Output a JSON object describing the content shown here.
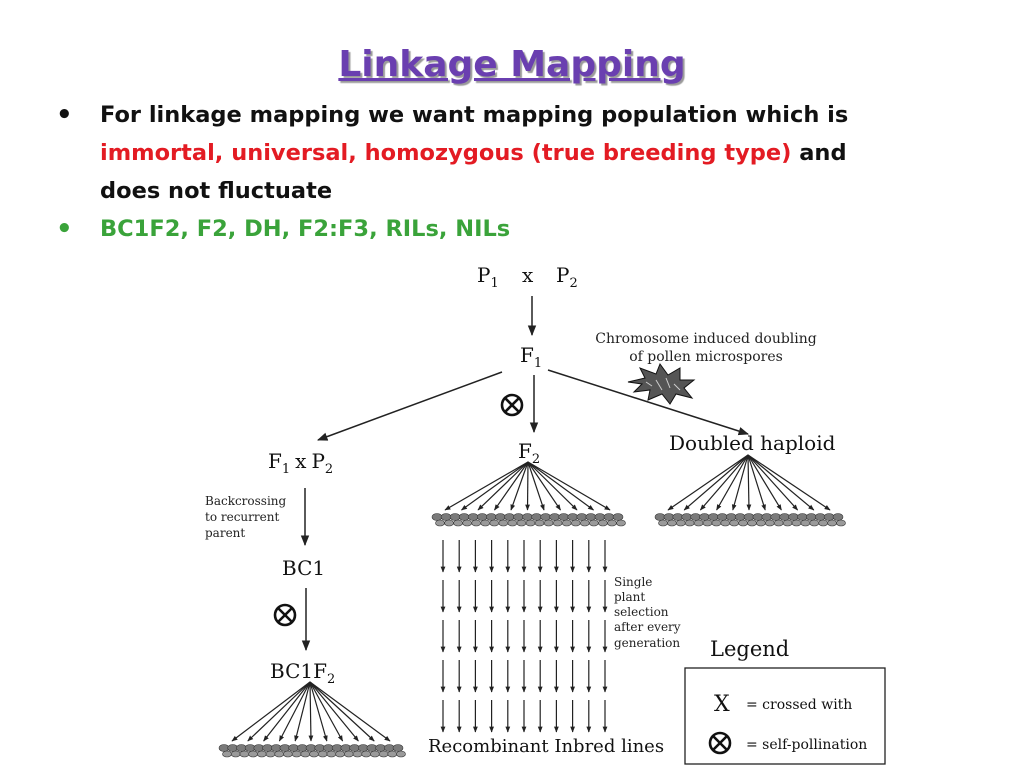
{
  "title": "Linkage Mapping",
  "bullets": [
    {
      "lead": "For linkage mapping we want mapping population which is",
      "highlight": "immortal, universal, homozygous (true breeding type)",
      "tail_start": "and",
      "tail": "does not fluctuate"
    },
    {
      "text": "BC1F2, F2, DH, F2:F3, RILs, NILs"
    }
  ],
  "diagram": {
    "parents": {
      "p1": "P",
      "p1_sub": "1",
      "cross": "x",
      "p2": "P",
      "p2_sub": "2"
    },
    "f1": {
      "base": "F",
      "sub": "1"
    },
    "chromosome_note_line1": "Chromosome induced doubling",
    "chromosome_note_line2": "of pollen microspores",
    "backcross_node": {
      "f": "F",
      "f_sub": "1",
      "x": "x",
      "p": "P",
      "p_sub": "2"
    },
    "f2": {
      "base": "F",
      "sub": "2"
    },
    "doubled_haploid": "Doubled haploid",
    "backcross_note": [
      "Backcrossing",
      "to recurrent",
      "parent"
    ],
    "bc1": "BC1",
    "bc1f2": {
      "base": "BC1F",
      "sub": "2"
    },
    "selection_note": [
      "Single",
      "plant",
      "selection",
      "after every",
      "generation"
    ],
    "ril_label": "Recombinant Inbred lines",
    "legend": {
      "title": "Legend",
      "cross_symbol": "X",
      "cross_text": "= crossed with",
      "self_text": "= self-pollination"
    }
  }
}
